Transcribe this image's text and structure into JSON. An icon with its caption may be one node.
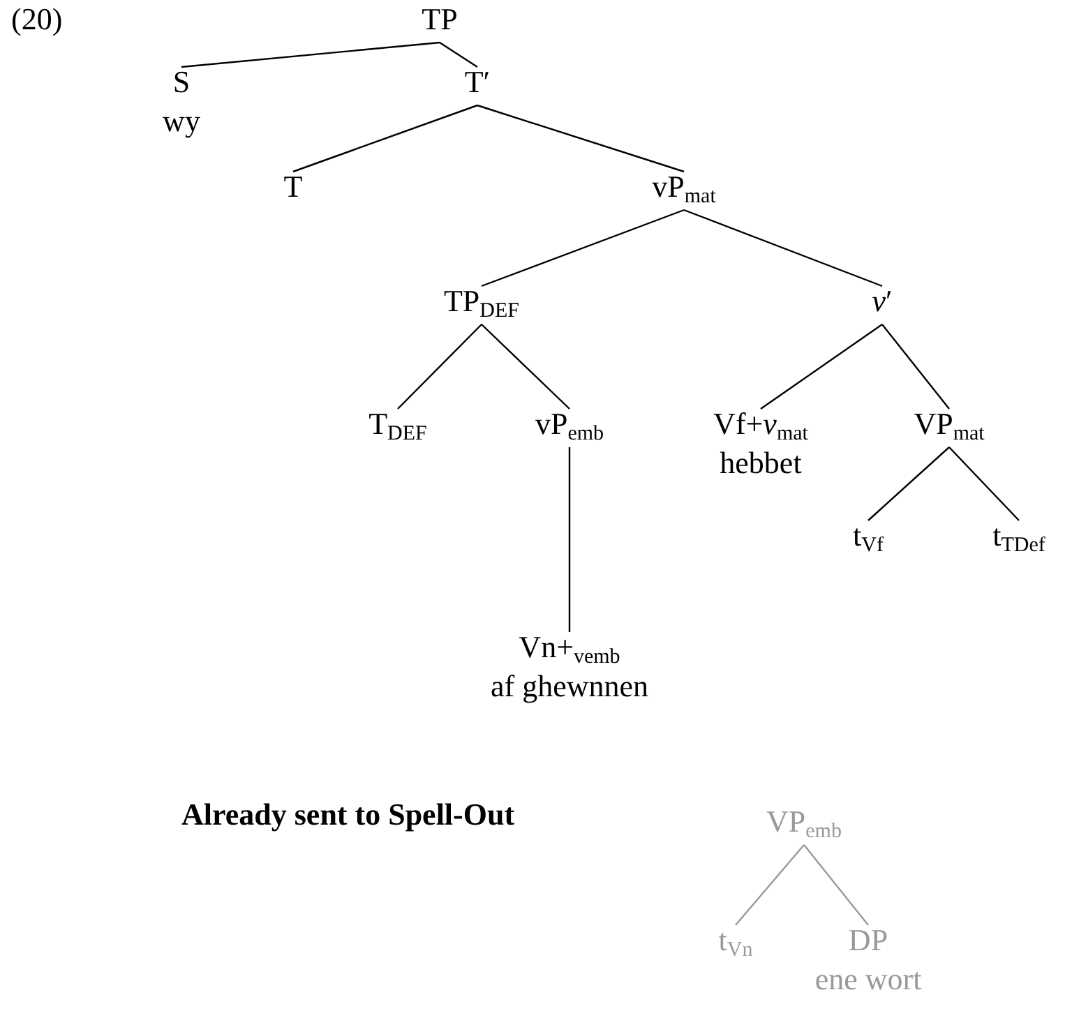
{
  "diagram": {
    "nodes": [
      {
        "text": [
          "TP"
        ]
      },
      {
        "text": [
          "S",
          "wy"
        ]
      },
      {
        "text": [
          "T′"
        ]
      },
      {
        "text": [
          "T"
        ]
      },
      {
        "text": [
          "vP$_{mat}$"
        ]
      },
      {
        "text": [
          "TP$_{DEF}$"
        ]
      },
      {
        "text": [
          "*v*′"
        ]
      },
      {
        "text": [
          "T$_{DEF}$"
        ]
      },
      {
        "text": [
          "vP$_{emb}$"
        ]
      },
      {
        "text": [
          "Vf+*v*$_{mat}$",
          "hebbet"
        ]
      },
      {
        "text": [
          "VP$_{mat}$"
        ]
      },
      {
        "text": [
          "Vn+$_{vemb}$",
          "af ghewnnen"
        ]
      },
      {
        "text": [
          "t$_{Vf}$"
        ]
      },
      {
        "text": [
          "t$_{TDef}$"
        ]
      },
      {
        "text": [
          "VP$_{emb}$"
        ]
      },
      {
        "text": [
          "t$_{Vn}$"
        ]
      },
      {
        "text": [
          "DP",
          "ene wort"
        ]
      }
    ],
    "edges": [
      {
        "from": 0,
        "to": 1,
        "arrow": "none"
      },
      {
        "from": 0,
        "to": 2,
        "arrow": "none"
      },
      {
        "from": 2,
        "to": 3,
        "arrow": "none"
      },
      {
        "from": 2,
        "to": 4,
        "arrow": "none"
      },
      {
        "from": 4,
        "to": 5,
        "arrow": "none"
      },
      {
        "from": 4,
        "to": 6,
        "arrow": "none"
      },
      {
        "from": 5,
        "to": 7,
        "arrow": "none"
      },
      {
        "from": 5,
        "to": 8,
        "arrow": "none"
      },
      {
        "from": 8,
        "to": 11,
        "arrow": "none"
      },
      {
        "from": 6,
        "to": 9,
        "arrow": "none"
      },
      {
        "from": 6,
        "to": 10,
        "arrow": "none"
      },
      {
        "from": 10,
        "to": 12,
        "arrow": "none"
      },
      {
        "from": 10,
        "to": 13,
        "arrow": "none"
      },
      {
        "from": 14,
        "to": 15,
        "arrow": "none",
        "color": "#999999"
      },
      {
        "from": 14,
        "to": 16,
        "arrow": "none",
        "color": "#999999"
      }
    ],
    "labels": [
      "(20)",
      "Already sent to Spell-Out"
    ]
  }
}
